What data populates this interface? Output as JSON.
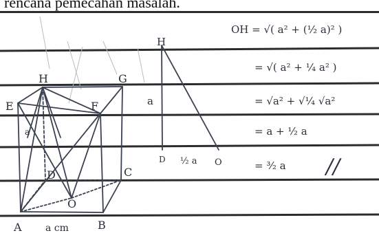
{
  "caption": "rencana pemecahan masalah.",
  "cube_labels": {
    "E": "E",
    "F": "F",
    "G": "G",
    "H": "H",
    "A": "A",
    "B": "B",
    "C": "C",
    "D": "D",
    "O": "O",
    "a": "a",
    "bottom_edge": "a cm"
  },
  "triangle_labels": {
    "H": "H",
    "D": "D",
    "O": "O",
    "side": "a",
    "base": "½ a"
  },
  "working": {
    "line1": "OH = √( a² + (½ a)² )",
    "line2": "= √( a² + ¼ a² )",
    "line3": "= √a² + √¼ √a²",
    "line4": "= a + ½ a",
    "line5": "= ³⁄₂ a",
    "end_mark": "//"
  },
  "colors": {
    "ruled_line": "#2b2b2b",
    "ink": "#3a4150",
    "paper": "#ffffff"
  }
}
